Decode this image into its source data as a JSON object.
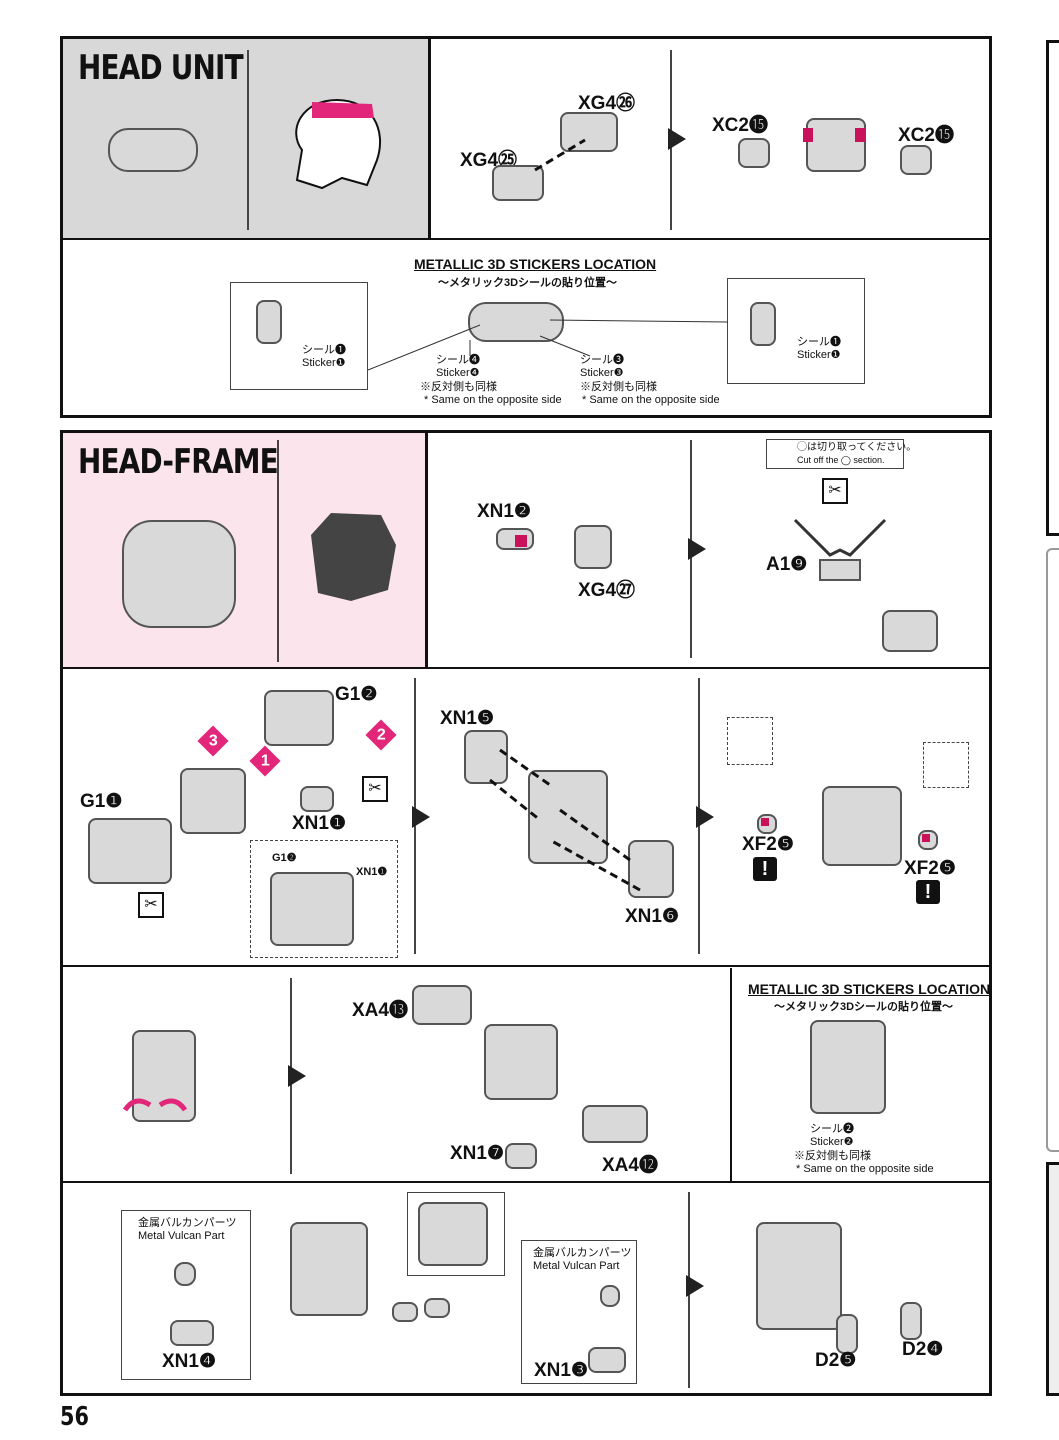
{
  "page_number": "56",
  "head_unit": {
    "title": "HEAD UNIT",
    "parts": {
      "xg4_26": "XG4㉖",
      "xg4_25": "XG4㉕",
      "xc2_15_left": "XC2⓯",
      "xc2_15_right": "XC2⓯"
    },
    "stickers": {
      "title": "METALLIC 3D STICKERS LOCATION",
      "subtitle": "～メタリック3Dシールの貼り位置～",
      "left_jp": "シール❶",
      "left_en": "Sticker❶",
      "right_jp": "シール❶",
      "right_en": "Sticker❶",
      "mid4_jp": "シール❹",
      "mid4_en": "Sticker❹",
      "mid4_note_jp": "※反対側も同様",
      "mid4_note_en": "* Same on the opposite side",
      "mid3_jp": "シール❸",
      "mid3_en": "Sticker❸",
      "mid3_note_jp": "※反対側も同様",
      "mid3_note_en": "* Same on the opposite side"
    }
  },
  "head_frame": {
    "title": "HEAD-FRAME",
    "step1": {
      "xn1_2": "XN1❷",
      "xg4_27": "XG4㉗"
    },
    "step2": {
      "cut_note_jp": "◯は切り取ってください。",
      "cut_note_en": "Cut off the ◯ section.",
      "a1_9": "A1❾"
    },
    "step3": {
      "g1_2": "G1❷",
      "g1_1": "G1❶",
      "xn1_1": "XN1❶",
      "inset_g1_2": "G1❷",
      "inset_xn1_1": "XN1❶",
      "badge_3": "3",
      "badge_2": "2",
      "badge_1": "1"
    },
    "step4": {
      "xn1_5": "XN1❺",
      "xn1_6": "XN1❻"
    },
    "step5": {
      "xf2_5_left": "XF2❺",
      "xf2_5_right": "XF2❺",
      "warn": "!"
    },
    "step6": {
      "xa4_13": "XA4⓭",
      "xn1_7": "XN1❼",
      "xa4_12": "XA4⓬"
    },
    "stickers": {
      "title": "METALLIC 3D STICKERS LOCATION",
      "subtitle": "～メタリック3Dシールの貼り位置～",
      "jp": "シール❷",
      "en": "Sticker❷",
      "note_jp": "※反対側も同様",
      "note_en": "* Same on the opposite side"
    },
    "step7": {
      "vulcan_left_jp": "金属バルカンパーツ",
      "vulcan_left_en": "Metal Vulcan Part",
      "xn1_4": "XN1❹",
      "vulcan_right_jp": "金属バルカンパーツ",
      "vulcan_right_en": "Metal Vulcan Part",
      "xn1_3": "XN1❸"
    },
    "step8": {
      "d2_5": "D2❺",
      "d2_4": "D2❹"
    }
  },
  "colors": {
    "accent_pink": "#c8135a",
    "badge_pink": "#e2267a",
    "head_unit_bg": "#d8d8d8",
    "head_frame_bg": "#fbe4ec"
  }
}
